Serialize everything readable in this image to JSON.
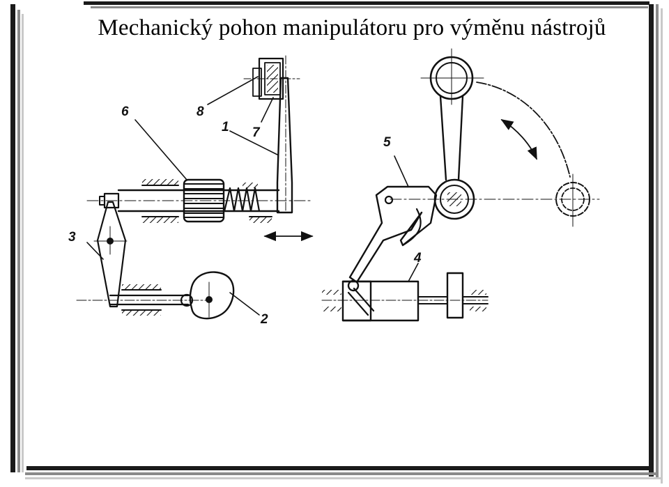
{
  "slide": {
    "title": "Mechanický pohon manipulátoru pro výměnu nástrojů"
  },
  "diagram": {
    "labels": {
      "l1": "1",
      "l2": "2",
      "l3": "3",
      "l4": "4",
      "l5": "5",
      "l6": "6",
      "l7": "7",
      "l8": "8"
    }
  },
  "colors": {
    "ink": "#111111",
    "frame_dark": "#1a1a1a",
    "frame_gray": "#8a8a8a",
    "frame_light": "#c9c9c9"
  }
}
